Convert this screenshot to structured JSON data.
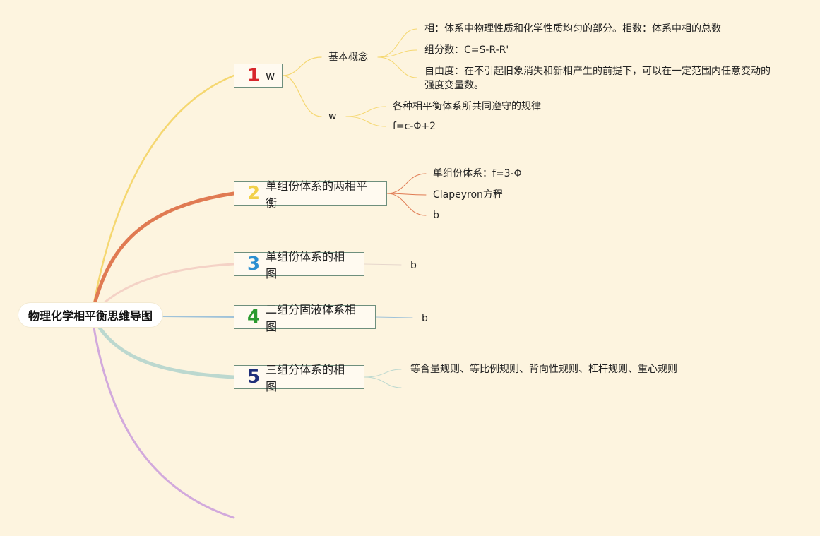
{
  "root": {
    "title": "物理化学相平衡思维导图"
  },
  "branches": [
    {
      "num": "1",
      "title": "w",
      "color": "#f5d770",
      "num_color": "#d7262b",
      "children": [
        {
          "label": "基本概念",
          "items": [
            "相：体系中物理性质和化学性质均匀的部分。相数：体系中相的总数",
            "组分数：C=S-R-R'",
            "自由度：在不引起旧象消失和新相产生的前提下，可以在一定范围内任意变动的强度变量数。"
          ]
        },
        {
          "label": "w",
          "items": [
            "各种相平衡体系所共同遵守的规律",
            "f=c-Φ+2"
          ]
        }
      ]
    },
    {
      "num": "2",
      "title": "单组份体系的两相平衡",
      "color": "#e07a52",
      "num_color": "#f2d04a",
      "items": [
        "单组份体系：f=3-Φ",
        "Clapeyron方程",
        "b"
      ]
    },
    {
      "num": "3",
      "title": "单组份体系的相图",
      "color": "#f4d2c6",
      "num_color": "#2b8fd1",
      "items": [
        "b"
      ]
    },
    {
      "num": "4",
      "title": "二组分固液体系相图",
      "color": "#9fc2d9",
      "num_color": "#2a9a2f",
      "items": [
        "b"
      ]
    },
    {
      "num": "5",
      "title": "三组分体系的相图",
      "color": "#bcd8cf",
      "num_color": "#1f2f7a",
      "items": [
        "等含量规则、等比例规则、背向性规则、杠杆规则、重心规则",
        ""
      ]
    }
  ],
  "extra_branch": {
    "color": "#d2a9dc"
  }
}
